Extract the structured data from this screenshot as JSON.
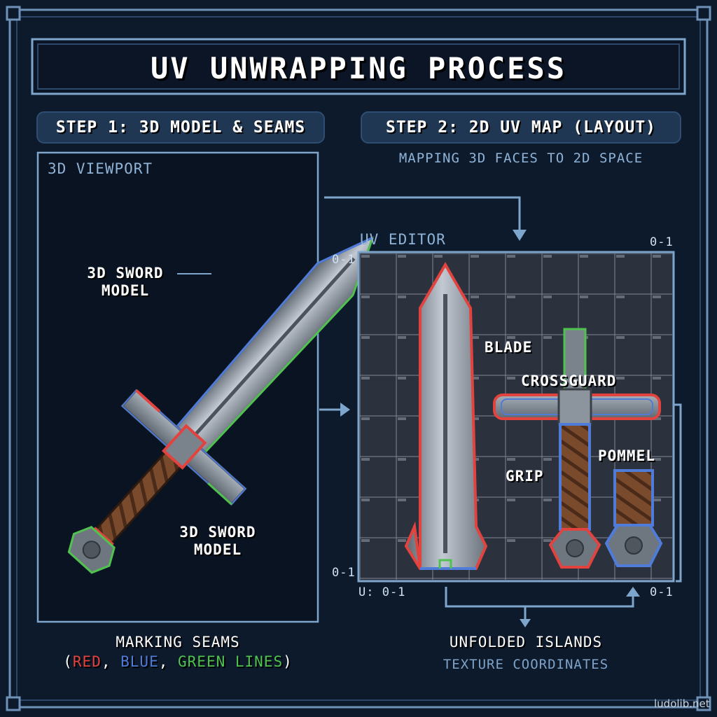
{
  "title": "UV UNWRAPPING PROCESS",
  "step1": {
    "label": "STEP 1: 3D MODEL & SEAMS",
    "viewport_label": "3D VIEWPORT",
    "sword_label_1": "3D SWORD\nMODEL",
    "sword_label_2": "3D SWORD\nMODEL",
    "caption": "MARKING SEAMS",
    "seams": {
      "open": "(",
      "red": "RED",
      "sep1": ", ",
      "blue": "BLUE",
      "sep2": ", ",
      "green": "GREEN LINES",
      "close": ")"
    }
  },
  "step2": {
    "label": "STEP 2: 2D UV MAP (LAYOUT)",
    "subtitle": "MAPPING 3D FACES TO 2D SPACE",
    "editor_label": "UV EDITOR",
    "range_top_left": "0-1",
    "range_top_right": "0-1",
    "range_bottom_left": "0-1",
    "range_bottom_right": "0-1",
    "u_axis": "U: 0-1",
    "islands": {
      "blade": "BLADE",
      "crossguard": "CROSSGUARD",
      "grip": "GRIP",
      "pommel": "POMMEL"
    },
    "caption": "UNFOLDED ISLANDS",
    "caption_sub": "TEXTURE COORDINATES"
  },
  "watermark": "ludolib.net",
  "colors": {
    "background": "#0d1a2c",
    "panel_border": "#7ea6cc",
    "seam_red": "#e2433f",
    "seam_blue": "#4f7bd9",
    "seam_green": "#4fc24f",
    "steel": "#8a929c",
    "grip_leather": "#7a4a2c"
  }
}
